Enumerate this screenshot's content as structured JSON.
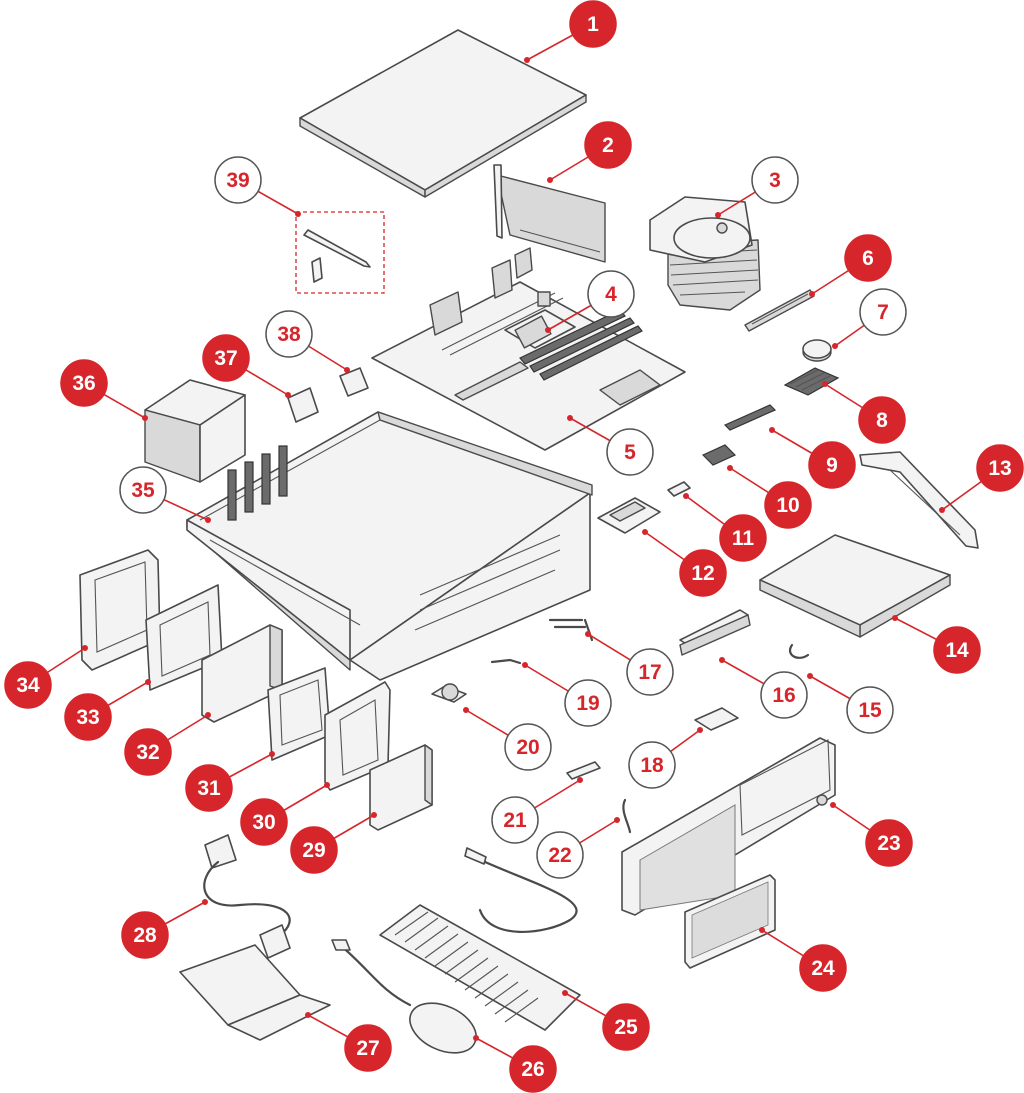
{
  "colors": {
    "accent": "#d6262b",
    "callout_filled_text": "#ffffff",
    "callout_outline_fill": "#ffffff",
    "part_stroke": "#4a4a4a"
  },
  "callouts": [
    {
      "label": "1",
      "style": "filled"
    },
    {
      "label": "2",
      "style": "filled"
    },
    {
      "label": "3",
      "style": "outline"
    },
    {
      "label": "4",
      "style": "outline"
    },
    {
      "label": "5",
      "style": "outline"
    },
    {
      "label": "6",
      "style": "filled"
    },
    {
      "label": "7",
      "style": "outline"
    },
    {
      "label": "8",
      "style": "filled"
    },
    {
      "label": "9",
      "style": "filled"
    },
    {
      "label": "10",
      "style": "filled"
    },
    {
      "label": "11",
      "style": "filled"
    },
    {
      "label": "12",
      "style": "filled"
    },
    {
      "label": "13",
      "style": "filled"
    },
    {
      "label": "14",
      "style": "filled"
    },
    {
      "label": "15",
      "style": "outline"
    },
    {
      "label": "16",
      "style": "outline"
    },
    {
      "label": "17",
      "style": "outline"
    },
    {
      "label": "18",
      "style": "outline"
    },
    {
      "label": "19",
      "style": "outline"
    },
    {
      "label": "20",
      "style": "outline"
    },
    {
      "label": "21",
      "style": "outline"
    },
    {
      "label": "22",
      "style": "outline"
    },
    {
      "label": "23",
      "style": "filled"
    },
    {
      "label": "24",
      "style": "filled"
    },
    {
      "label": "25",
      "style": "filled"
    },
    {
      "label": "26",
      "style": "filled"
    },
    {
      "label": "27",
      "style": "filled"
    },
    {
      "label": "28",
      "style": "filled"
    },
    {
      "label": "29",
      "style": "filled"
    },
    {
      "label": "30",
      "style": "filled"
    },
    {
      "label": "31",
      "style": "filled"
    },
    {
      "label": "32",
      "style": "filled"
    },
    {
      "label": "33",
      "style": "filled"
    },
    {
      "label": "34",
      "style": "filled"
    },
    {
      "label": "35",
      "style": "outline"
    },
    {
      "label": "36",
      "style": "filled"
    },
    {
      "label": "37",
      "style": "filled"
    },
    {
      "label": "38",
      "style": "outline"
    },
    {
      "label": "39",
      "style": "outline"
    }
  ]
}
